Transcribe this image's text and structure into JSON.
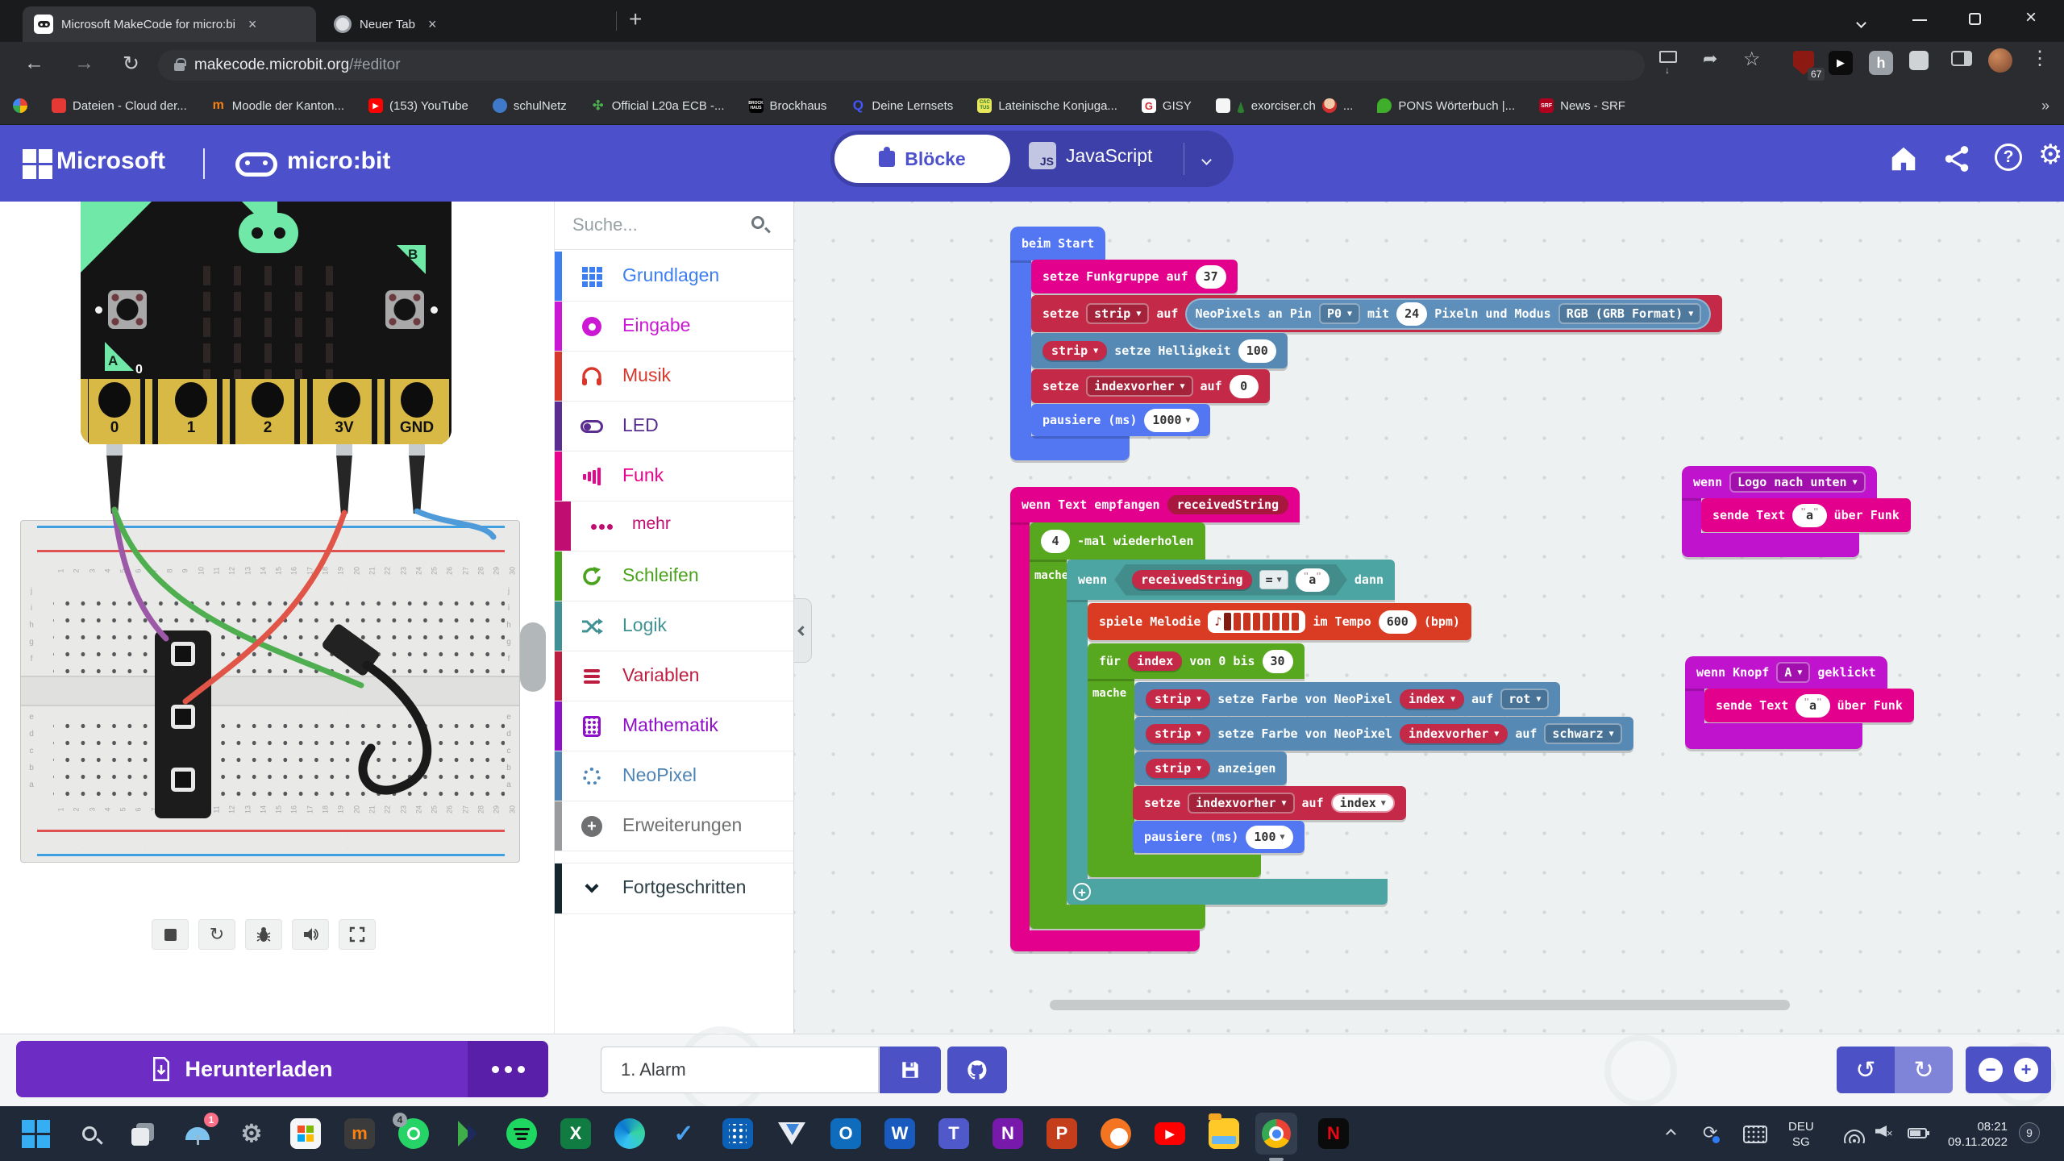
{
  "browser": {
    "tab1": "Microsoft MakeCode for micro:bi",
    "tab2": "Neuer Tab",
    "url_host": "makecode.microbit.org",
    "url_path": "/#editor",
    "adblock_badge": "67",
    "overflow": "»",
    "bookmarks": [
      {
        "label": "Dateien - Cloud der..."
      },
      {
        "label": "Moodle der Kanton...",
        "icon_text": "m"
      },
      {
        "label": "(153) YouTube"
      },
      {
        "label": "schulNetz"
      },
      {
        "label": "Official L20a ECB -..."
      },
      {
        "label": "Brockhaus",
        "icon_line1": "BROCK",
        "icon_line2": "HAUS"
      },
      {
        "label": "Deine Lernsets",
        "icon_text": "Q"
      },
      {
        "label": "Lateinische Konjuga...",
        "icon_line1": "CAC",
        "icon_line2": "TUS"
      },
      {
        "label": "GISY",
        "icon_text": "G"
      },
      {
        "label": "exorciser.ch",
        "suffix": "..."
      },
      {
        "label": "PONS Wörterbuch |..."
      },
      {
        "label": "News - SRF",
        "icon_text": "SRF"
      }
    ]
  },
  "makecode": {
    "microsoft": "Microsoft",
    "microbit": "micro:bit",
    "blocks": "Blöcke",
    "javascript": "JavaScript",
    "js_badge": "JS"
  },
  "simulator": {
    "pin0_small": "0",
    "pins": [
      {
        "label": "0"
      },
      {
        "label": "1"
      },
      {
        "label": "2"
      },
      {
        "label": "3V"
      },
      {
        "label": "GND"
      }
    ]
  },
  "breadboard": {
    "columns": 30,
    "letters_top": [
      "j",
      "i",
      "h",
      "g",
      "f"
    ],
    "letters_bottom": [
      "e",
      "d",
      "c",
      "b",
      "a"
    ]
  },
  "toolbox": {
    "search": "Suche...",
    "categories": [
      {
        "label": "Grundlagen",
        "color": "#3d7ef2"
      },
      {
        "label": "Eingabe",
        "color": "#cc17d4"
      },
      {
        "label": "Musik",
        "color": "#d8382c"
      },
      {
        "label": "LED",
        "color": "#5a2d90"
      },
      {
        "label": "Funk",
        "color": "#e6058c"
      },
      {
        "label": "mehr",
        "color": "#c00d72"
      },
      {
        "label": "Schleifen",
        "color": "#49a31c"
      },
      {
        "label": "Logik",
        "color": "#3f9193"
      },
      {
        "label": "Variablen",
        "color": "#bd1e40"
      },
      {
        "label": "Mathematik",
        "color": "#8f10c8"
      },
      {
        "label": "NeoPixel",
        "color": "#4e85b5"
      },
      {
        "label": "Erweiterungen",
        "color": "#6f7072"
      },
      {
        "label": "Fortgeschritten",
        "color": "#15272e"
      }
    ]
  },
  "blocks": {
    "on_start": {
      "label": "beim Start"
    },
    "radio_set_group": {
      "text": "setze Funkgruppe auf",
      "value": "37"
    },
    "var_set_strip": {
      "setze": "setze",
      "name": "strip",
      "auf": "auf"
    },
    "neopixel_create": {
      "t1": "NeoPixels an Pin",
      "pin": "P0",
      "t2": "mit",
      "count": "24",
      "t3": "Pixeln und Modus",
      "mode": "RGB (GRB Format)"
    },
    "strip_brightness": {
      "name": "strip",
      "text": "setze Helligkeit",
      "value": "100"
    },
    "var_set_prev": {
      "setze": "setze",
      "name": "indexvorher",
      "auf": "auf",
      "value": "0"
    },
    "pause_1000": {
      "text": "pausiere (ms)",
      "value": "1000"
    },
    "on_radio_received": {
      "text": "wenn Text empfangen",
      "param": "receivedString"
    },
    "repeat_4": {
      "count": "4",
      "text": "-mal wiederholen",
      "do_label": "mache"
    },
    "if_block": {
      "wenn": "wenn",
      "var": "receivedString",
      "op": "=",
      "value": "a",
      "dann": "dann"
    },
    "play_melody": {
      "t1": "spiele Melodie",
      "t2": "im Tempo",
      "value": "600",
      "t3": "(bpm)"
    },
    "for_loop": {
      "fuer": "für",
      "var": "index",
      "text": "von 0 bis",
      "value": "30",
      "do_label": "mache"
    },
    "strip_color_index": {
      "name": "strip",
      "text": "setze Farbe von NeoPixel",
      "idx": "index",
      "auf": "auf",
      "color": "rot"
    },
    "strip_color_prev": {
      "name": "strip",
      "text": "setze Farbe von NeoPixel",
      "idx": "indexvorher",
      "auf": "auf",
      "color": "schwarz"
    },
    "strip_show": {
      "name": "strip",
      "text": "anzeigen"
    },
    "var_set_prev_index": {
      "setze": "setze",
      "name": "indexvorher",
      "auf": "auf",
      "value": "index"
    },
    "pause_100": {
      "text": "pausiere (ms)",
      "value": "100"
    },
    "on_logo_down": {
      "wenn": "wenn",
      "option": "Logo nach unten"
    },
    "radio_send_1": {
      "t1": "sende Text",
      "value": "a",
      "t2": "über Funk"
    },
    "on_button_a": {
      "wenn": "wenn Knopf",
      "option": "A",
      "t2": "geklickt"
    },
    "radio_send_2": {
      "t1": "sende Text",
      "value": "a",
      "t2": "über Funk"
    }
  },
  "editorbar": {
    "download": "Herunterladen",
    "filename": "1. Alarm"
  },
  "taskbar": {
    "umbrella_badge": "1",
    "whatsapp_badge": "4",
    "excel": "X",
    "outlook": "O",
    "word": "W",
    "teams": "T",
    "onenote": "N",
    "powerpoint": "P",
    "netflix": "N",
    "moodle": "m",
    "lang_top": "DEU",
    "lang_bottom": "SG",
    "time": "08:21",
    "date": "09.11.2022",
    "notif": "9"
  }
}
